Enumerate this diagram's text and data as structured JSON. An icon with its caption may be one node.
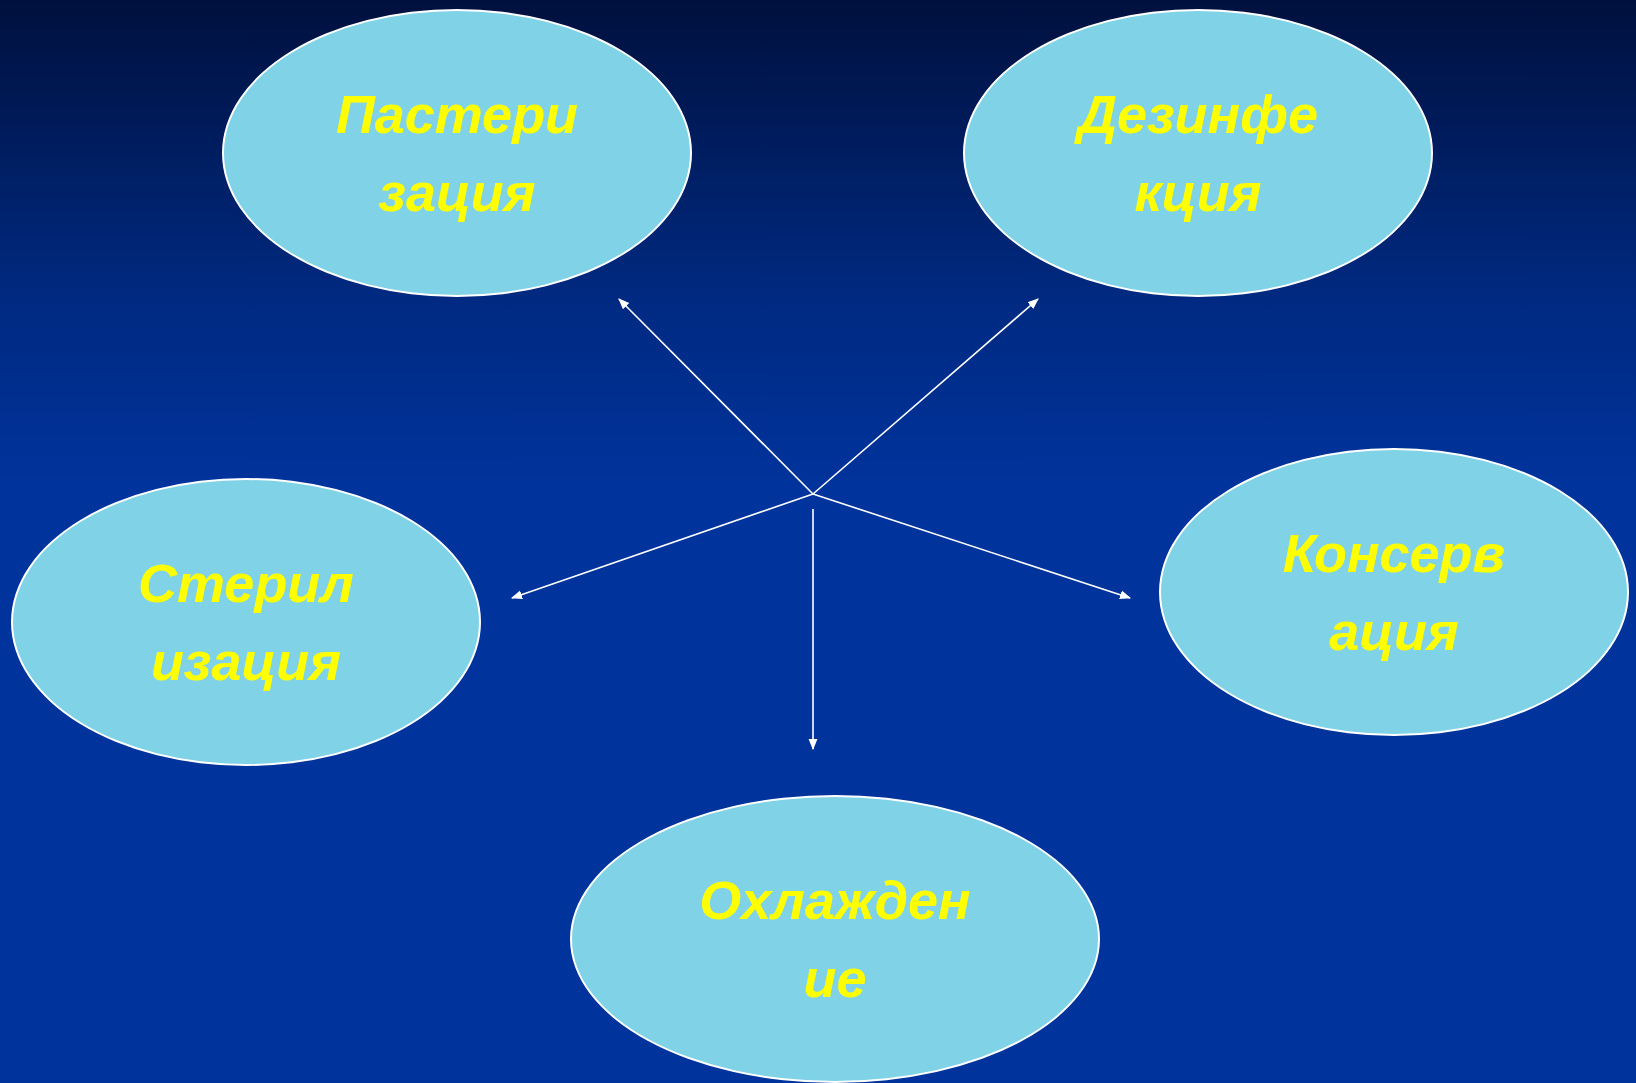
{
  "diagram": {
    "nodes": [
      {
        "text": [
          "Пастери зация"
        ]
      },
      {
        "text": [
          "Дезинфе кция"
        ]
      },
      {
        "text": [
          "Стерил изация"
        ]
      },
      {
        "text": [
          "Консерв ация"
        ]
      },
      {
        "text": [
          "Охлажден ие"
        ]
      }
    ],
    "edges": [
      {
        "from": null,
        "to": 0,
        "arrow": "to"
      },
      {
        "from": null,
        "to": 1,
        "arrow": "to"
      },
      {
        "from": null,
        "to": 2,
        "arrow": "to"
      },
      {
        "from": null,
        "to": 3,
        "arrow": "to"
      },
      {
        "from": null,
        "to": 4,
        "arrow": "to"
      }
    ]
  }
}
